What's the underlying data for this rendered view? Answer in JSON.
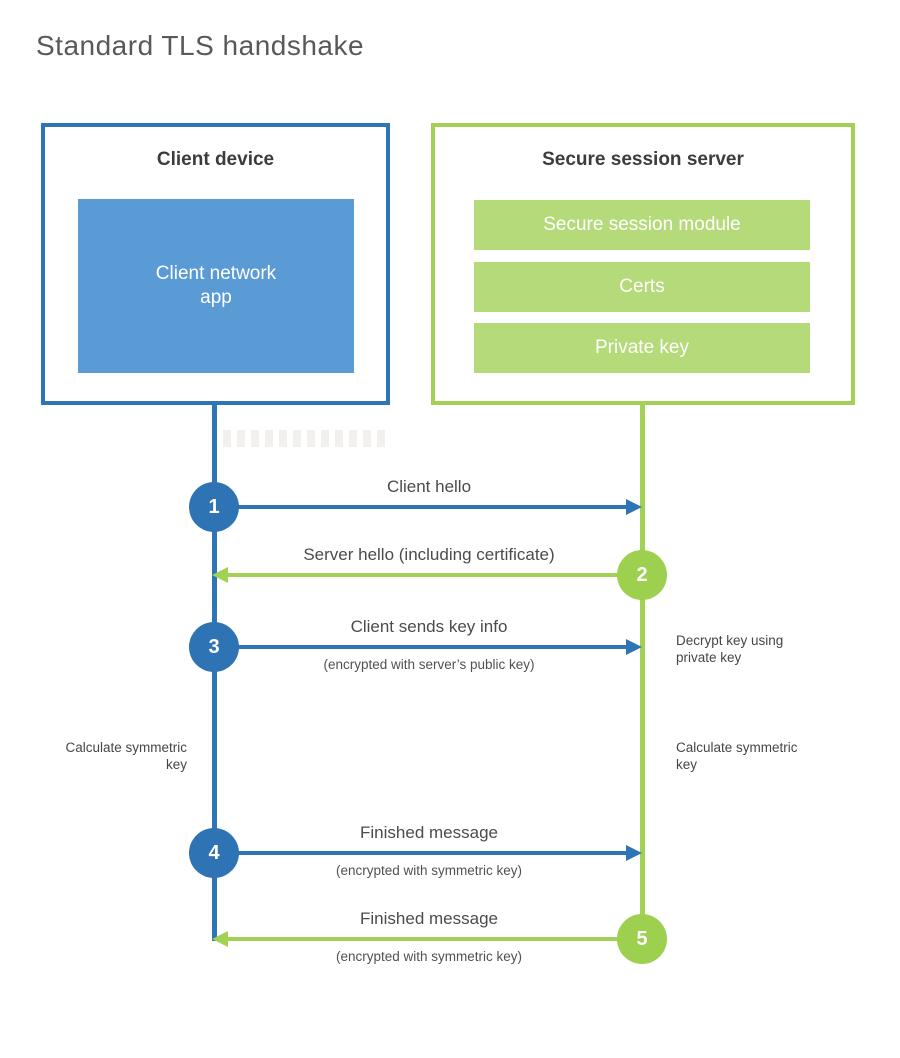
{
  "title": "Standard TLS handshake",
  "colors": {
    "blue": "#2e75b5",
    "blue_circle": "#2e73b3",
    "blue_fill": "#5b9bd5",
    "green": "#a3d155",
    "green_circle": "#9ed04f",
    "green_fill": "#b5da7a"
  },
  "client": {
    "title": "Client device",
    "app_label": "Client network app"
  },
  "server": {
    "title": "Secure session server",
    "modules": [
      "Secure session module",
      "Certs",
      "Private key"
    ]
  },
  "messages": [
    {
      "num": "1",
      "label": "Client hello",
      "sub": "",
      "direction": "right",
      "color": "blue"
    },
    {
      "num": "2",
      "label": "Server hello (including certificate)",
      "sub": "",
      "direction": "left",
      "color": "green"
    },
    {
      "num": "3",
      "label": "Client sends key info",
      "sub": "(encrypted with server’s public key)",
      "direction": "right",
      "color": "blue"
    },
    {
      "num": "4",
      "label": "Finished message",
      "sub": "(encrypted with symmetric key)",
      "direction": "right",
      "color": "blue"
    },
    {
      "num": "5",
      "label": "Finished message",
      "sub": "(encrypted with symmetric key)",
      "direction": "left",
      "color": "green"
    }
  ],
  "notes": {
    "decrypt": "Decrypt key using private key",
    "calc_left": "Calculate symmetric key",
    "calc_right": "Calculate symmetric key"
  }
}
